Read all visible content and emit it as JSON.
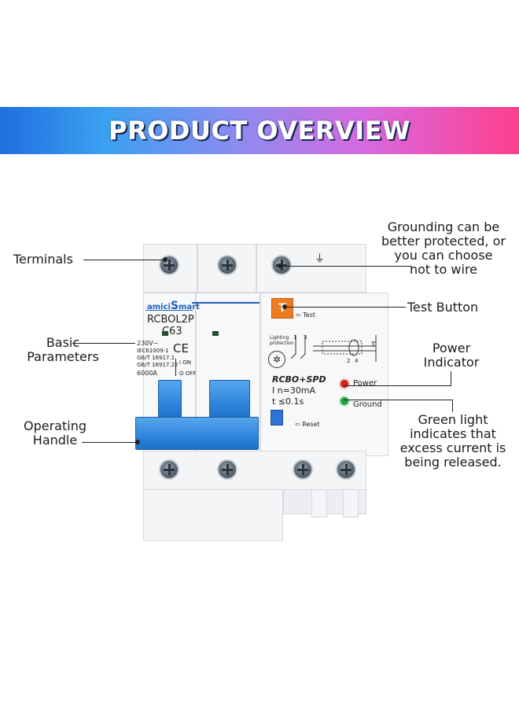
{
  "banner": {
    "title": "PRODUCT OVERVIEW"
  },
  "labels": {
    "terminals": "Terminals",
    "basic_parameters": [
      "Basic",
      "Parameters"
    ],
    "operating_handle": [
      "Operating",
      "Handle"
    ],
    "grounding": [
      "Grounding can be",
      "better protected, or",
      "you can choose",
      "not to wire"
    ],
    "test_button": "Test Button",
    "power_indicator": [
      "Power",
      "Indicator"
    ],
    "green_light": [
      "Green light",
      "indicates that",
      "excess current is",
      "being released."
    ]
  },
  "device": {
    "brand": "amici",
    "brand_s": "S",
    "brand_suffix": "mart",
    "model": "RCBOL2P",
    "rating": "C63",
    "specs": [
      "230V~",
      "IEC61009-1",
      "GB/T 16917.1",
      "GB/T 16917.22",
      "6000A"
    ],
    "ce_mark": "CE",
    "on_label": "I ON",
    "off_label": "O OFF",
    "test_label": "Test",
    "test_button_letter": "T",
    "reset_label": "Reset",
    "lighting_protection": [
      "Lighting",
      "protection"
    ],
    "rcbo_spd": "RCBO+SPD",
    "current": "I  n=30mA",
    "time": "t  ≤0.1s",
    "power_led_label": "Power",
    "ground_led_label": "Ground",
    "ground_symbol": "⏚",
    "schematic_label": "T",
    "schematic_numbers": [
      "1",
      "3",
      "2",
      "4"
    ]
  },
  "colors": {
    "handle_blue": "#2f86dd",
    "test_orange": "#f07a1e",
    "power_led": "#d6201a",
    "ground_led": "#22a83a",
    "brand_blue": "#1f5fbf"
  }
}
